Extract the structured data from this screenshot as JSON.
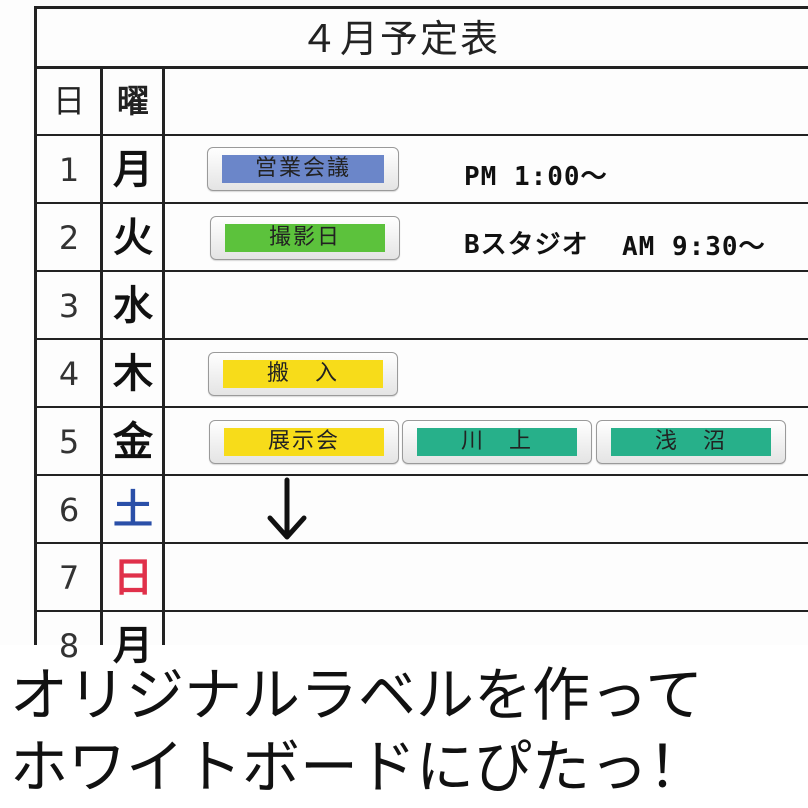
{
  "board": {
    "title": "４月予定表",
    "header": {
      "day": "日",
      "weekday": "曜"
    },
    "rows": [
      {
        "day": "1",
        "weekday": "月"
      },
      {
        "day": "2",
        "weekday": "火"
      },
      {
        "day": "3",
        "weekday": "水"
      },
      {
        "day": "4",
        "weekday": "木"
      },
      {
        "day": "5",
        "weekday": "金"
      },
      {
        "day": "6",
        "weekday": "土"
      },
      {
        "day": "7",
        "weekday": "日"
      },
      {
        "day": "8",
        "weekday": "月"
      }
    ],
    "labels": {
      "meeting": "営業会議",
      "shoot": "撮影日",
      "carry_in": "搬　入",
      "exhibition": "展示会",
      "kawakami": "川　上",
      "asanuma": "浅　沼"
    },
    "notes": {
      "meeting_time": "PM 1:00～",
      "studio": "Bスタジオ",
      "shoot_time": "AM 9:30～"
    },
    "colors": {
      "blue_label": "#6b86c9",
      "green_label": "#5cc23c",
      "yellow_label": "#f7dc1a",
      "teal_label": "#27b08a",
      "saturday": "#2a4fa8",
      "sunday": "#e0304a"
    }
  },
  "caption": {
    "line1": "オリジナルラベルを作って",
    "line2": "ホワイトボードにぴたっ！"
  }
}
